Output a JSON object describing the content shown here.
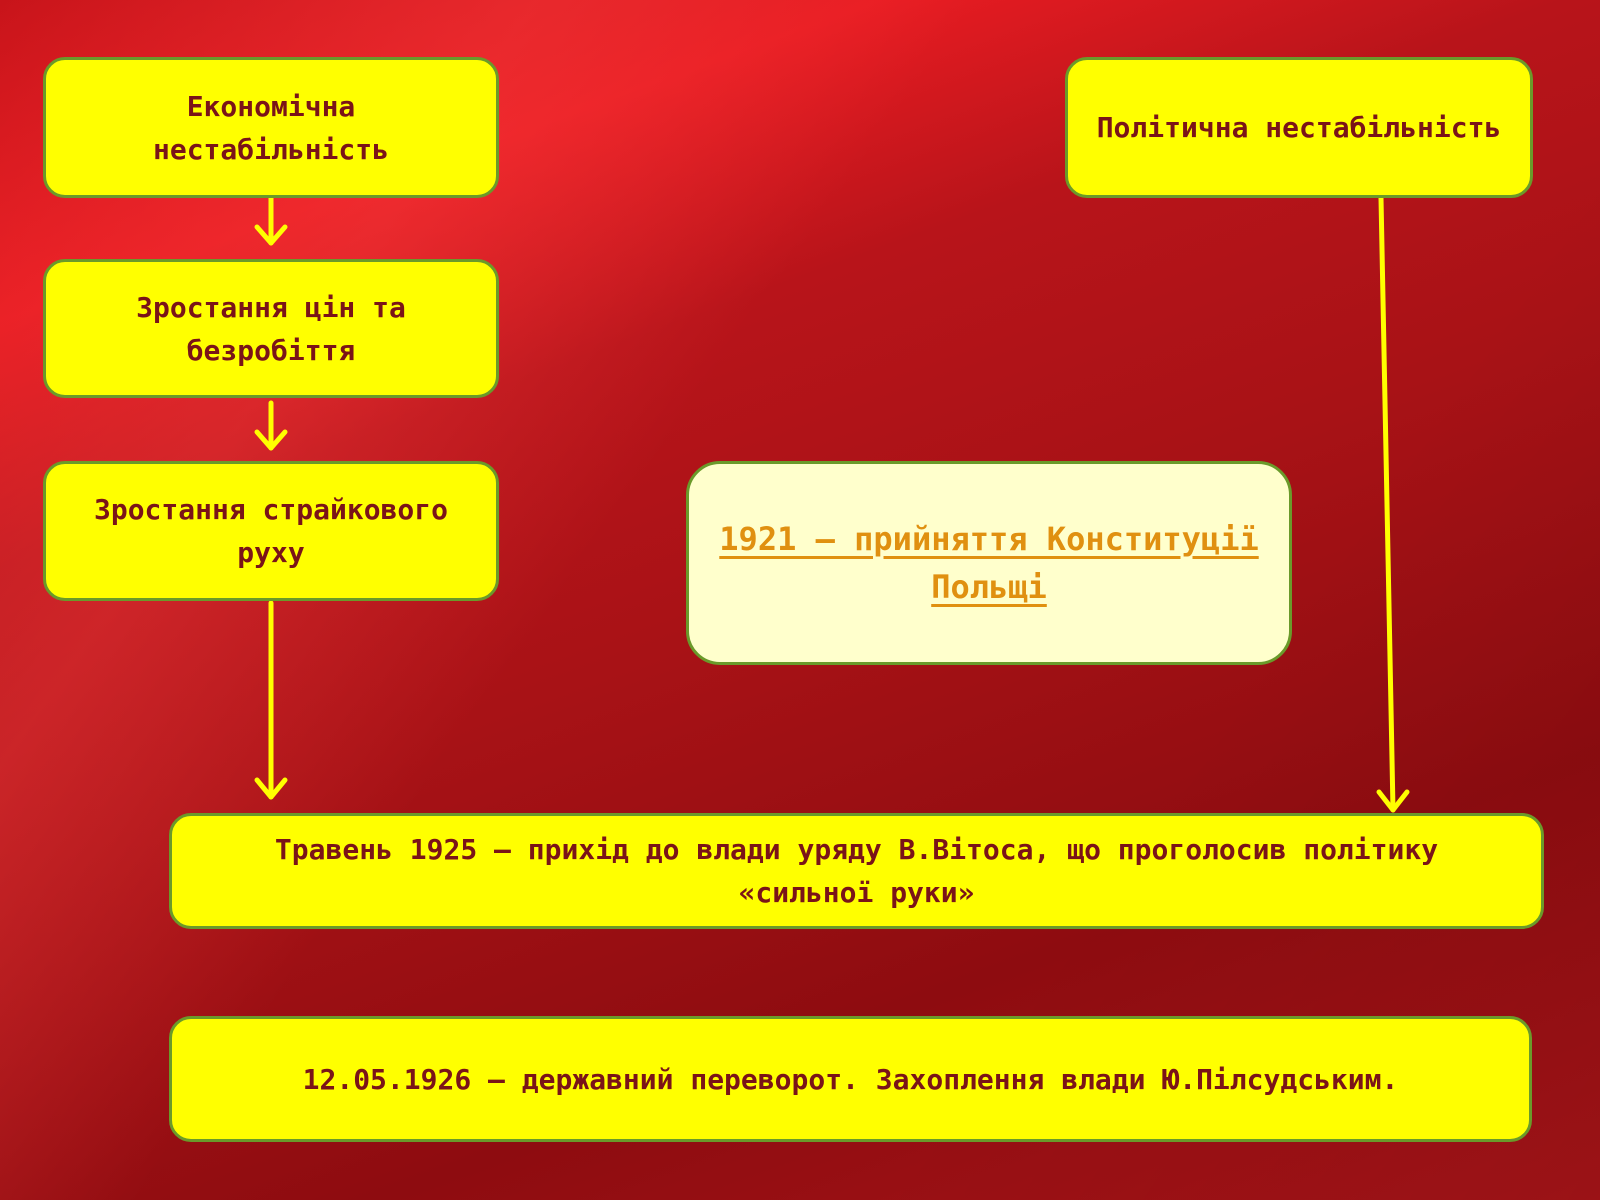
{
  "boxes": {
    "economic_instability": "Економічна нестабільність",
    "political_instability": "Політична нестабільність",
    "price_growth": "Зростання цін та безробіття",
    "strike_growth": "Зростання страйкового руху",
    "constitution": "1921 – прийняття Конституції Польщі",
    "witos_government": "Травень 1925 – прихід до влади уряду В.Вітоса, що проголосив політику «сильної руки»",
    "coup": "12.05.1926 – державний переворот. Захоплення влади Ю.Пілсудським."
  },
  "colors": {
    "box_fill": "#ffff00",
    "box_border": "#6a9a2a",
    "box_text": "#7a1418",
    "highlight_fill": "#ffffcc",
    "highlight_text": "#e09010",
    "arrow": "#ffff00",
    "background": "#b01418"
  }
}
